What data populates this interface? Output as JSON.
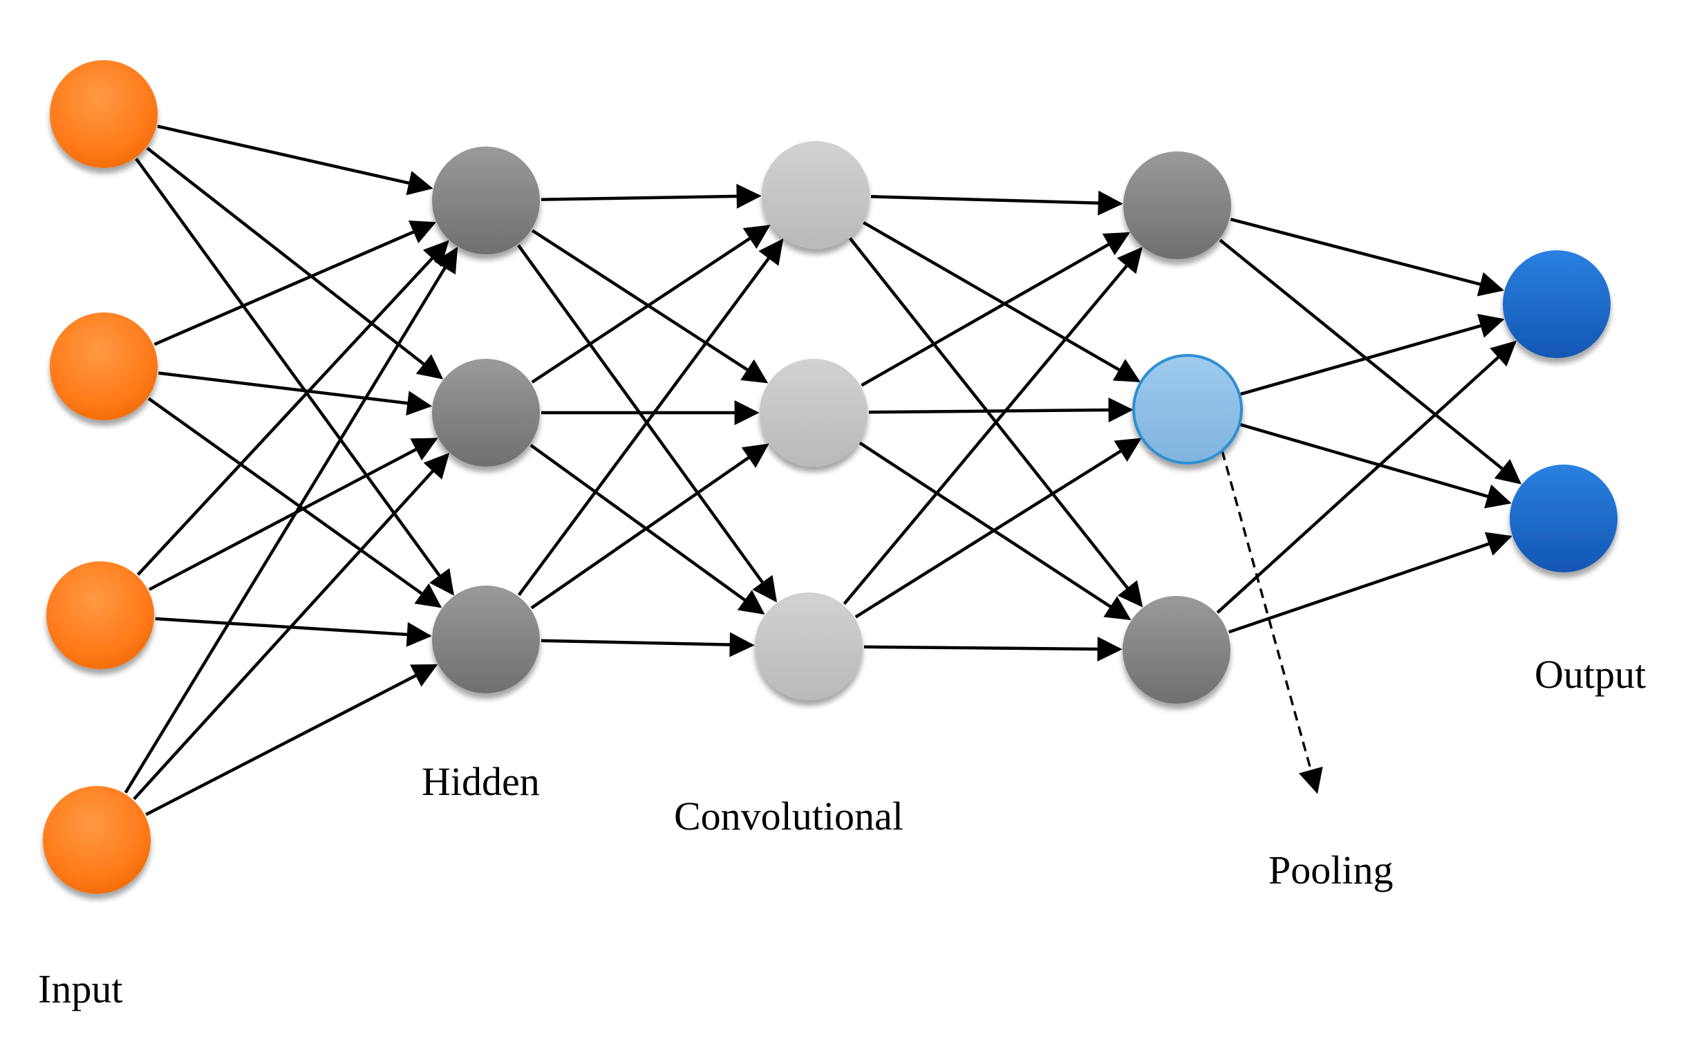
{
  "diagram": {
    "labels": {
      "input": "Input",
      "hidden": "Hidden",
      "convolutional": "Convolutional",
      "pooling": "Pooling",
      "output": "Output"
    },
    "layers": [
      {
        "key": "input",
        "nodes": 4,
        "color": "#ff7a1a"
      },
      {
        "key": "hidden",
        "nodes": 3,
        "color": "#8a8a8a"
      },
      {
        "key": "convolutional",
        "nodes": 3,
        "color": "#c8c8c8"
      },
      {
        "key": "pooling",
        "nodes": 3,
        "color": "#8a8a8a",
        "highlight_node": 2,
        "highlight_color": "#8fc1e8"
      },
      {
        "key": "output",
        "nodes": 2,
        "color": "#1f6fd1"
      }
    ],
    "connections": "fully-connected between consecutive layers",
    "pooling_pointer": "dashed arrow from highlighted pooling node to Pooling label"
  }
}
